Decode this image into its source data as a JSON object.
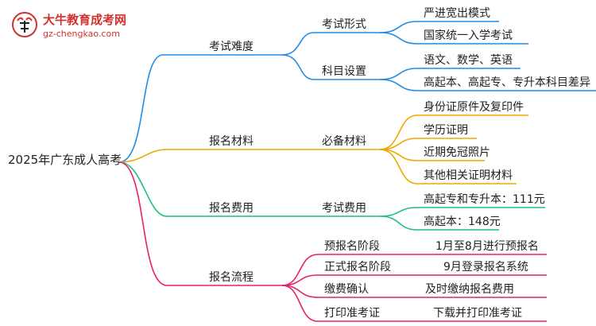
{
  "brand": {
    "title": "大牛教育成考网",
    "url": "gz-chengkao.com",
    "logo_icon": "bull-logo-icon",
    "color": "#d2322d"
  },
  "root": {
    "label": "2025年广东成人高考"
  },
  "colors": {
    "difficulty": "#1f8ce8",
    "materials": "#f0a800",
    "fees": "#1cc27a",
    "process": "#e8206e"
  },
  "branches": [
    {
      "label": "考试难度",
      "groups": [
        {
          "label": "考试形式",
          "items": [
            "严进宽出模式",
            "国家统一入学考试"
          ]
        },
        {
          "label": "科目设置",
          "items": [
            "语文、数学、英语",
            "高起本、高起专、专升本科目差异"
          ]
        }
      ]
    },
    {
      "label": "报名材料",
      "groups": [
        {
          "label": "必备材料",
          "items": [
            "身份证原件及复印件",
            "学历证明",
            "近期免冠照片",
            "其他相关证明材料"
          ]
        }
      ]
    },
    {
      "label": "报名费用",
      "groups": [
        {
          "label": "考试费用",
          "items": [
            "高起专和专升本：111元",
            "高起本：148元"
          ]
        }
      ]
    },
    {
      "label": "报名流程",
      "steps": [
        {
          "label": "预报名阶段",
          "detail": "1月至8月进行预报名"
        },
        {
          "label": "正式报名阶段",
          "detail": "9月登录报名系统"
        },
        {
          "label": "缴费确认",
          "detail": "及时缴纳报名费用"
        },
        {
          "label": "打印准考证",
          "detail": "下载并打印准考证"
        }
      ]
    }
  ]
}
